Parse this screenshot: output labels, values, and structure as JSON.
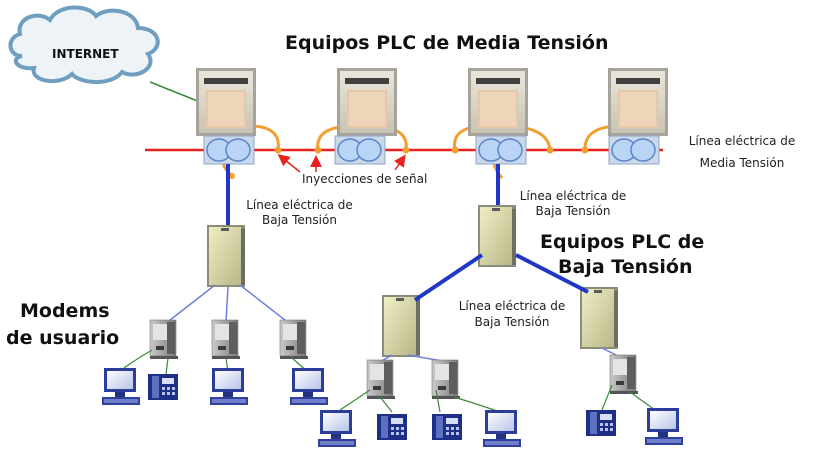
{
  "title_mv": "Equipos PLC de Media Tensión",
  "cloud_label": "INTERNET",
  "mv_line_label_1": "Línea eléctrica de",
  "mv_line_label_2": "Media Tensión",
  "injections_label": "Inyecciones de señal",
  "lv_line_left_1": "Línea eléctrica de",
  "lv_line_left_2": "Baja Tensión",
  "lv_line_mid_1": "Línea eléctrica de",
  "lv_line_mid_2": "Baja Tensión",
  "lv_line_low_1": "Línea eléctrica de",
  "lv_line_low_2": "Baja Tensión",
  "title_lv_1": "Equipos PLC de",
  "title_lv_2": "Baja Tensión",
  "modems_1": "Modems",
  "modems_2": "de usuario",
  "colors": {
    "mv_line": "#e8201f",
    "coupler_orange": "#f0a030",
    "lv_thick": "#1f36c8",
    "lv_thin": "#6f7fd8",
    "cloud_edge": "#6e9fc0",
    "cloud_fill": "#eef3f8",
    "green_wire": "#3a8a3a"
  }
}
